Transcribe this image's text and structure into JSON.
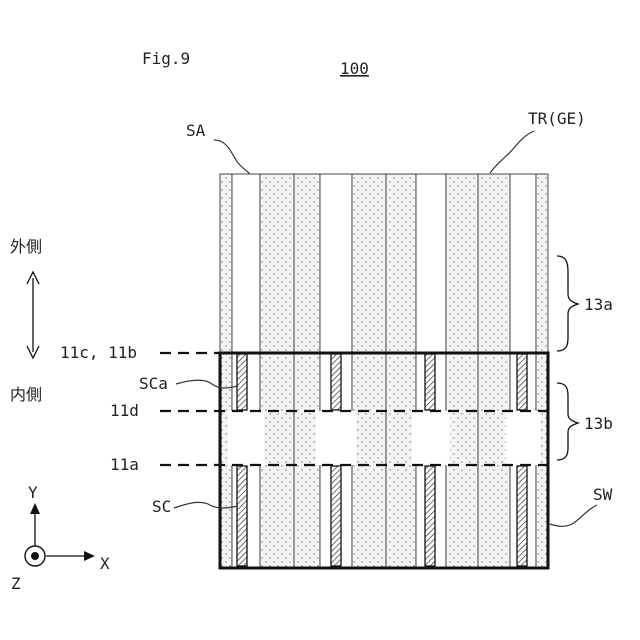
{
  "figure": {
    "fig_label": "Fig.9",
    "ref_number": "100",
    "labels": {
      "sa": "SA",
      "tr_ge": "TR(GE)",
      "outer": "外側",
      "inner": "内側",
      "line_11cb": "11c, 11b",
      "sca": "SCa",
      "line_11d": "11d",
      "line_11a": "11a",
      "sc": "SC",
      "region_13a": "13a",
      "region_13b": "13b",
      "sw": "SW"
    },
    "axes": {
      "y": "Y",
      "x": "X",
      "z": "Z"
    }
  }
}
